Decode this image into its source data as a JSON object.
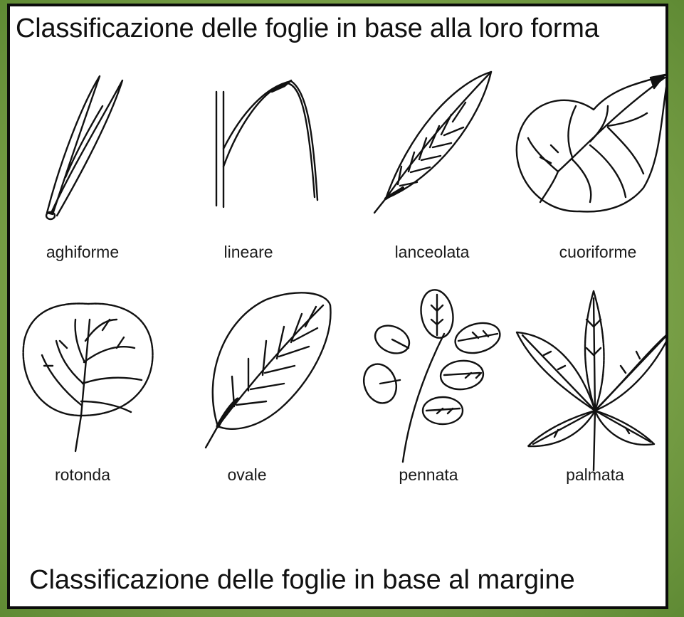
{
  "title_top": "Classificazione delle foglie in base alla loro forma",
  "title_bottom": "Classificazione delle foglie in base al margine",
  "leaves": [
    {
      "label": "aghiforme",
      "icon": "needle-leaf-icon"
    },
    {
      "label": "lineare",
      "icon": "linear-leaf-icon"
    },
    {
      "label": "lanceolata",
      "icon": "lanceolate-leaf-icon"
    },
    {
      "label": "cuoriforme",
      "icon": "heart-shaped-leaf-icon"
    },
    {
      "label": "rotonda",
      "icon": "round-leaf-icon"
    },
    {
      "label": "ovale",
      "icon": "oval-leaf-icon"
    },
    {
      "label": "pennata",
      "icon": "pinnate-leaf-icon"
    },
    {
      "label": "palmata",
      "icon": "palmate-leaf-icon"
    }
  ],
  "colors": {
    "background": "#7da34a",
    "frame": "#0b0b0b",
    "panel": "#ffffff",
    "ink": "#111111"
  }
}
